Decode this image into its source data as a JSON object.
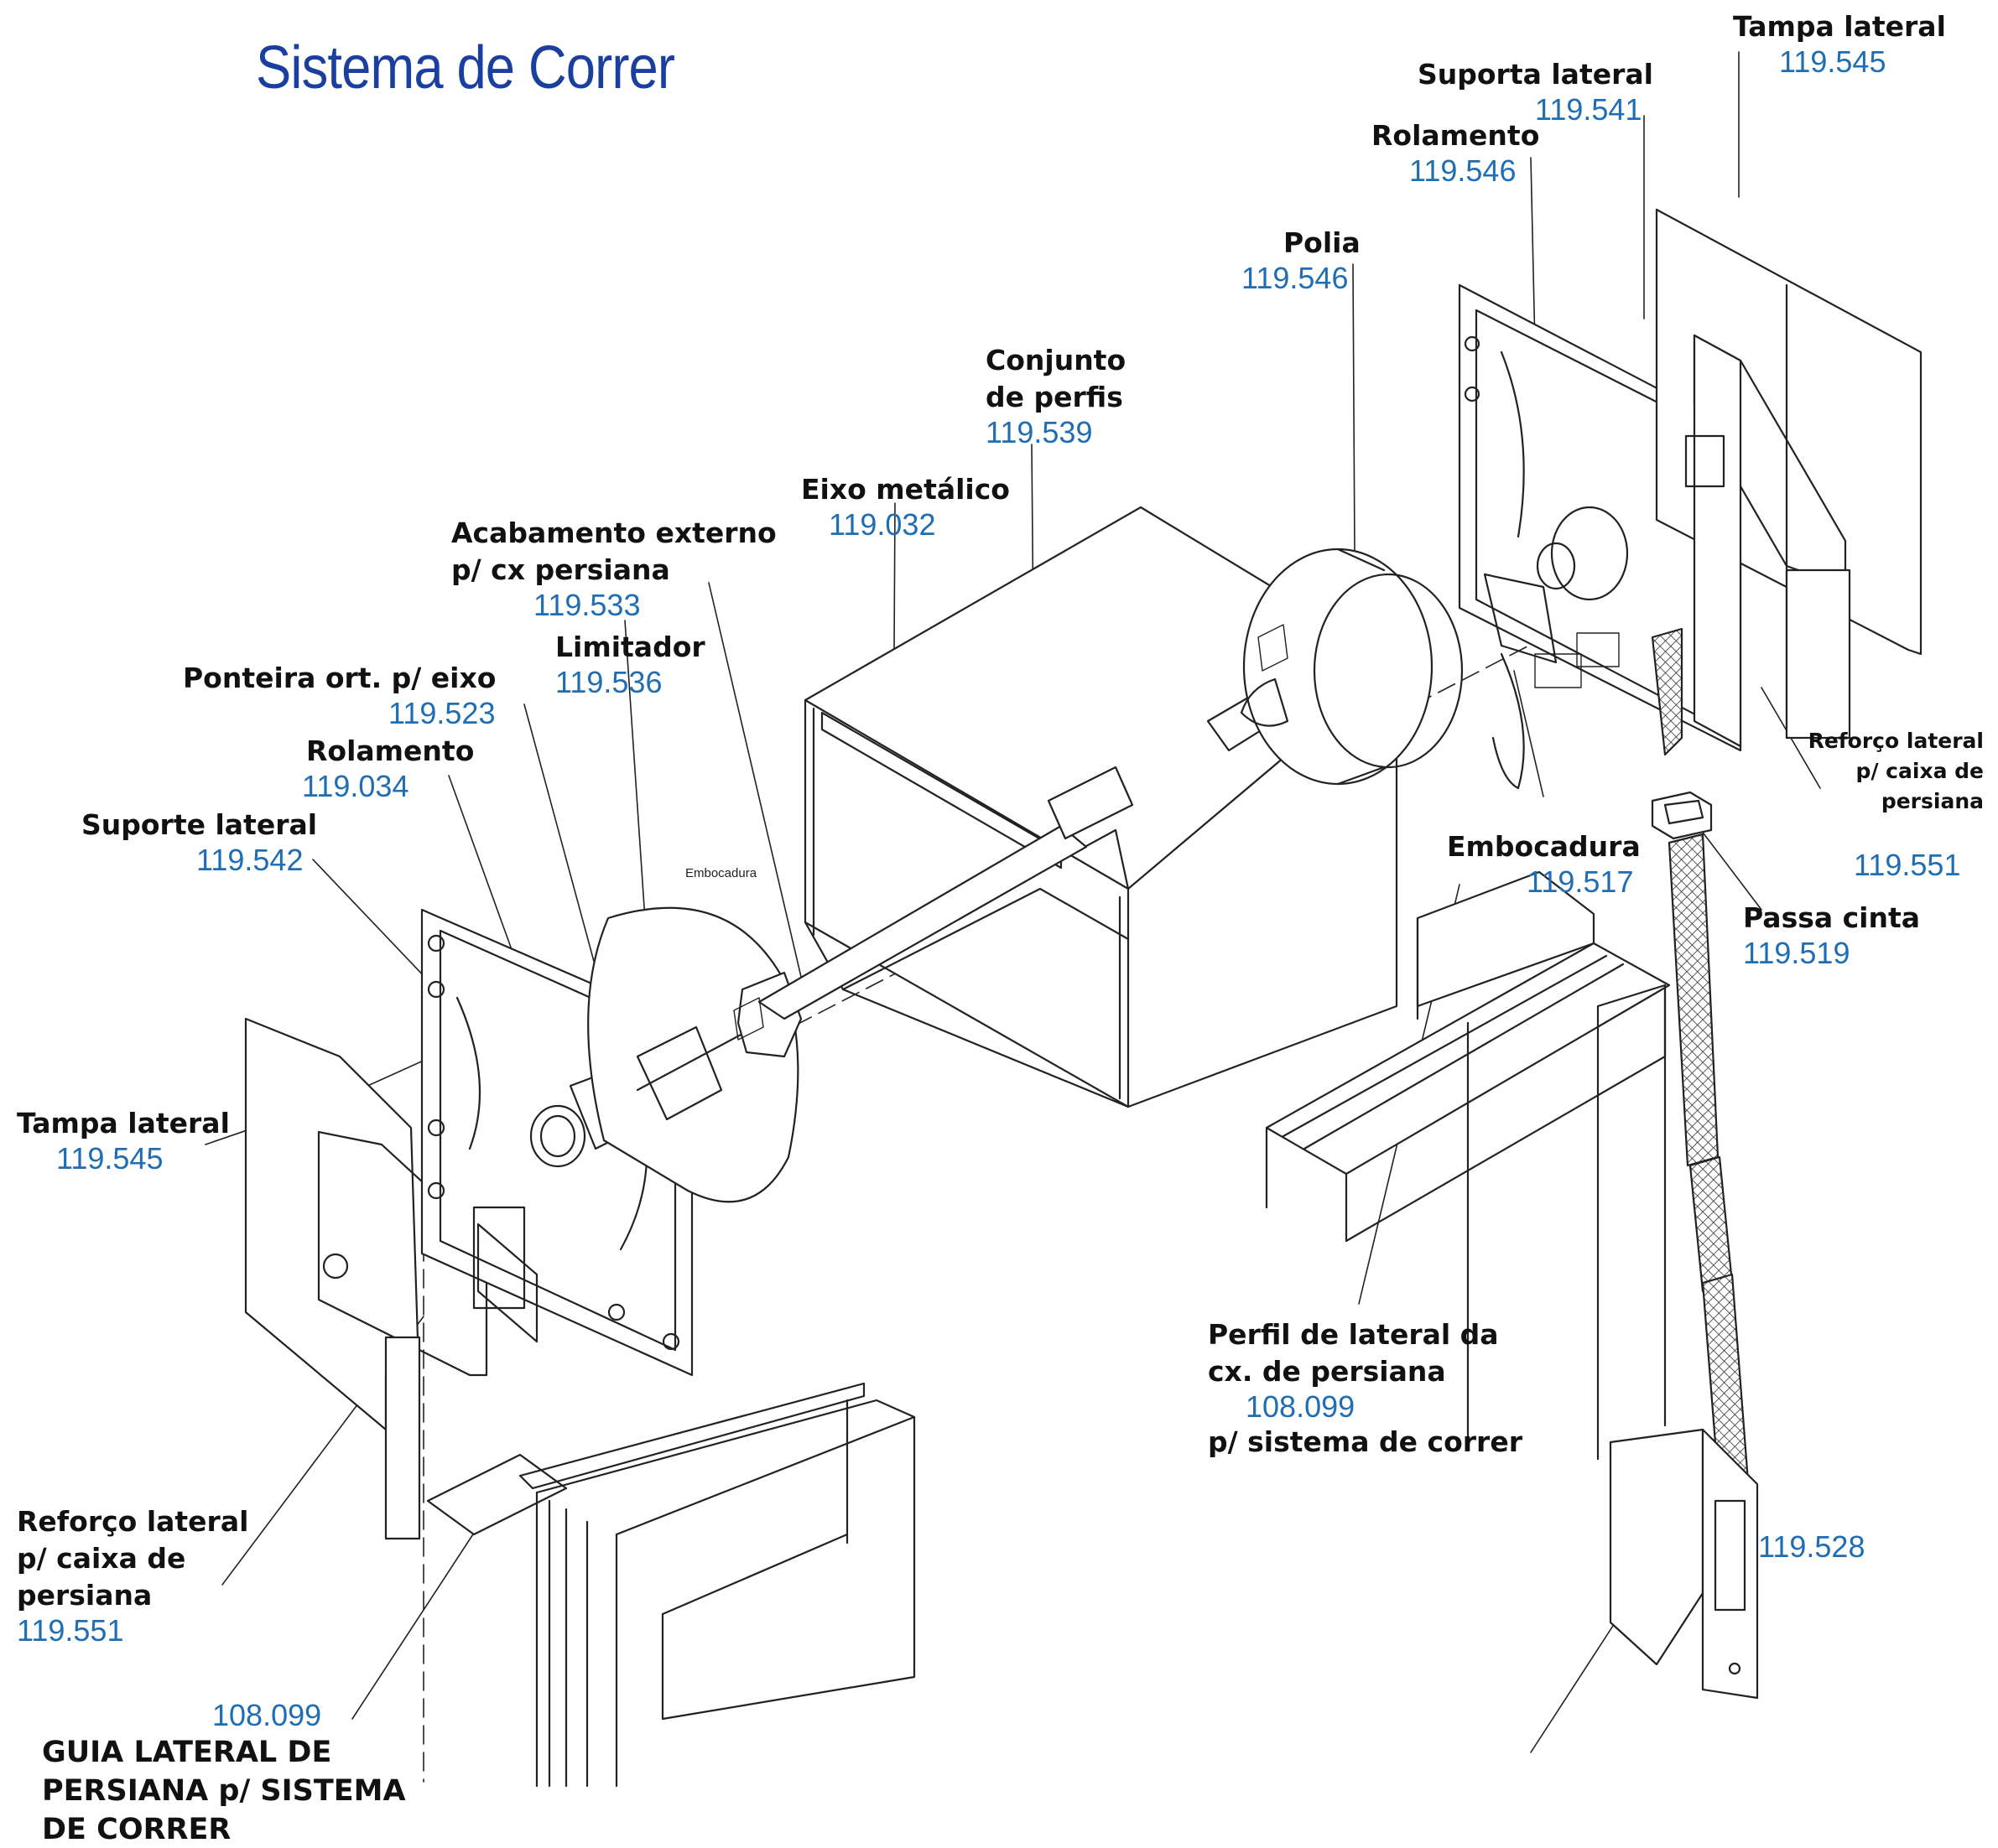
{
  "title": "Sistema de Correr",
  "colors": {
    "title": "#1a3f9e",
    "code": "#1f6db3",
    "label": "#111111",
    "lines": "#222222",
    "mesh": "#333333"
  },
  "labels": {
    "tampa_lateral_right": {
      "name": "Tampa lateral",
      "code": "119.545"
    },
    "suporta_lateral": {
      "name": "Suporta lateral",
      "code": "119.541"
    },
    "rolamento_right": {
      "name": "Rolamento",
      "code": "119.546"
    },
    "polia": {
      "name": "Polia",
      "code": "119.546"
    },
    "conjunto_perfis": {
      "name_line1": "Conjunto",
      "name_line2": "de perfis",
      "code": "119.539"
    },
    "eixo_metalico": {
      "name": "Eixo metálico",
      "code": "119.032"
    },
    "acabamento_externo": {
      "name_line1": "Acabamento externo",
      "name_line2": "p/ cx persiana",
      "code": "119.533"
    },
    "limitador": {
      "name": "Limitador",
      "code": "119.536"
    },
    "ponteira": {
      "name": "Ponteira ort. p/ eixo",
      "code": "119.523"
    },
    "rolamento_left": {
      "name": "Rolamento",
      "code": "119.034"
    },
    "suporte_lateral_left": {
      "name": "Suporte lateral",
      "code": "119.542"
    },
    "tampa_lateral_left": {
      "name": "Tampa lateral",
      "code": "119.545"
    },
    "embocadura_small": {
      "name": "Embocadura"
    },
    "embocadura": {
      "name": "Embocadura",
      "code": "119.517"
    },
    "reforco_right": {
      "name_line1": "Reforço lateral",
      "name_line2": "p/ caixa de",
      "name_line3": "persiana",
      "code": "119.551"
    },
    "passa_cinta": {
      "name": "Passa cinta",
      "code": "119.519"
    },
    "perfil_lateral": {
      "name_line1": "Perfil de lateral da",
      "name_line2": "cx. de persiana",
      "code": "108.099",
      "name_line3": "p/ sistema de correr"
    },
    "recolhedor": {
      "code": "119.528"
    },
    "reforco_left": {
      "name_line1": "Reforço lateral",
      "name_line2": "p/ caixa de",
      "name_line3": "persiana",
      "code": "119.551"
    },
    "guia_lateral": {
      "code": "108.099",
      "name_line1": "GUIA LATERAL DE",
      "name_line2": "PERSIANA p/ SISTEMA",
      "name_line3": "DE CORRER"
    }
  }
}
